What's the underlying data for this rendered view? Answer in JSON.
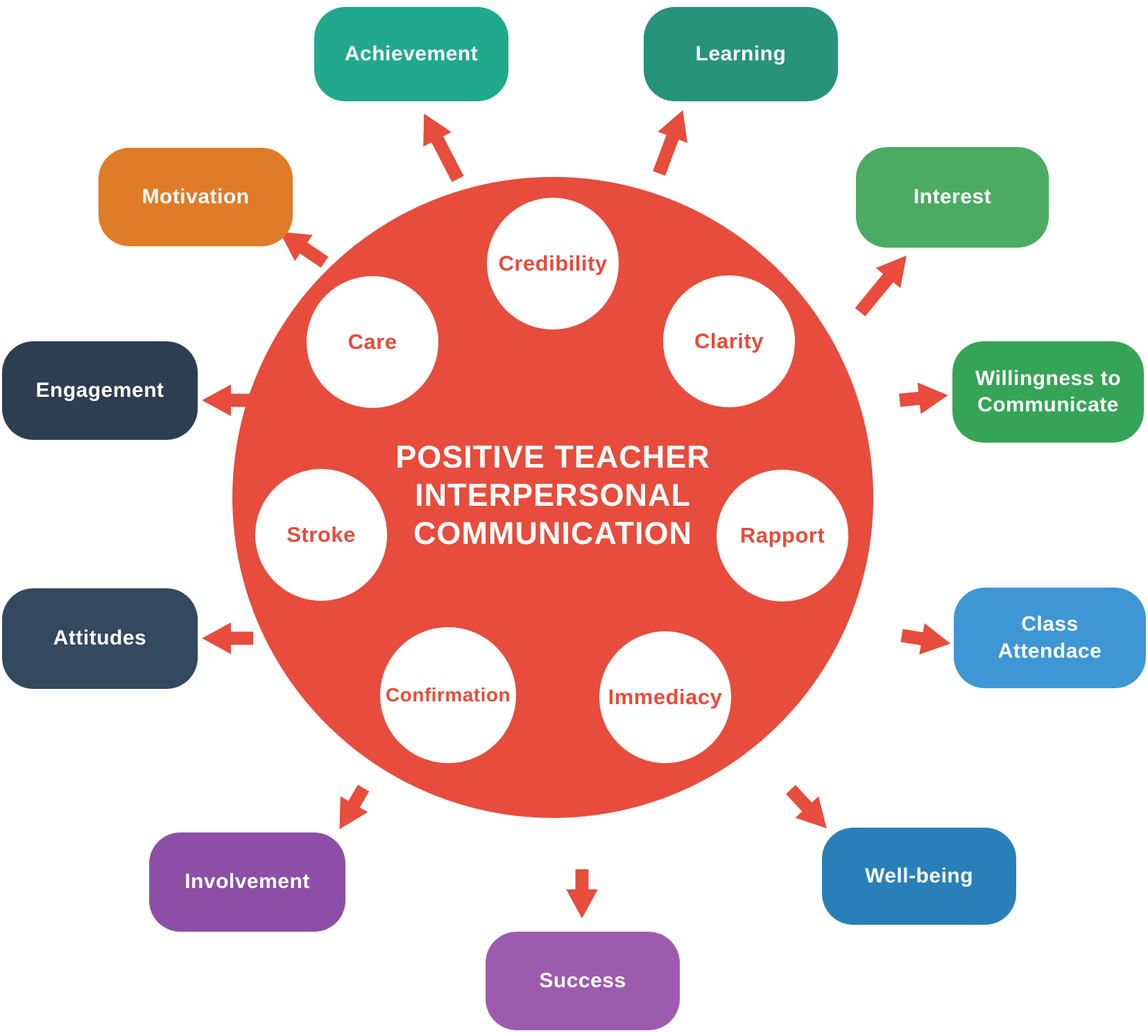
{
  "diagram": {
    "palette": {
      "red": "#e74c3c",
      "white": "#ffffff"
    },
    "center": {
      "title_line1": "POSITIVE TEACHER",
      "title_line2": "INTERPERSONAL",
      "title_line3": "COMMUNICATION"
    },
    "inner_nodes": [
      {
        "label": "Credibility"
      },
      {
        "label": "Care"
      },
      {
        "label": "Clarity"
      },
      {
        "label": "Stroke"
      },
      {
        "label": "Rapport"
      },
      {
        "label": "Confirmation"
      },
      {
        "label": "Immediacy"
      }
    ],
    "outer_nodes": [
      {
        "label": "Achievement",
        "color": "#20a98d"
      },
      {
        "label": "Learning",
        "color": "#26937a"
      },
      {
        "label": "Motivation",
        "color": "#e07b27"
      },
      {
        "label": "Interest",
        "color": "#4cab62"
      },
      {
        "label": "Engagement",
        "color": "#2c3e50"
      },
      {
        "label": "Willingness to Communicate",
        "color": "#36a456"
      },
      {
        "label": "Attitudes",
        "color": "#34495e"
      },
      {
        "label": "Class Attendace",
        "color": "#3e97d4"
      },
      {
        "label": "Involvement",
        "color": "#8c4fa5"
      },
      {
        "label": "Well-being",
        "color": "#2980b9"
      },
      {
        "label": "Success",
        "color": "#9d5bad"
      }
    ]
  }
}
